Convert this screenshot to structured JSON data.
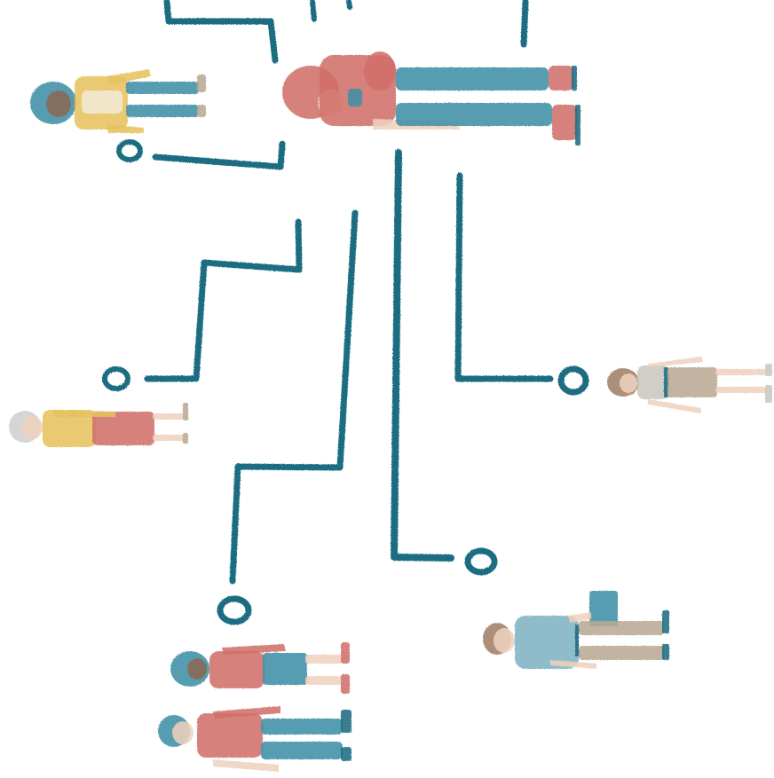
{
  "illustration": {
    "style": "hand-drawn crayon illustration",
    "colors": {
      "line": "#1c6d82",
      "coral": "#d1706b",
      "teal": "#3f8fa6",
      "mustard": "#e6c25f",
      "skin": "#efd2bd",
      "khaki": "#b9aa94",
      "grey": "#c9c7c0",
      "hair_brown": "#a08068",
      "hair_grey": "#cfcfcf",
      "dark_skin": "#8a6a55"
    },
    "figures": [
      {
        "name": "woman-yellow-top",
        "icon": "person-icon"
      },
      {
        "name": "couple-hugging",
        "icon": "couple-icon"
      },
      {
        "name": "elderly-woman",
        "icon": "person-icon"
      },
      {
        "name": "woman-grey-skirt",
        "icon": "person-icon"
      },
      {
        "name": "young-couple",
        "icon": "couple-icon"
      },
      {
        "name": "man-with-briefcase",
        "icon": "briefcase-icon"
      }
    ]
  }
}
